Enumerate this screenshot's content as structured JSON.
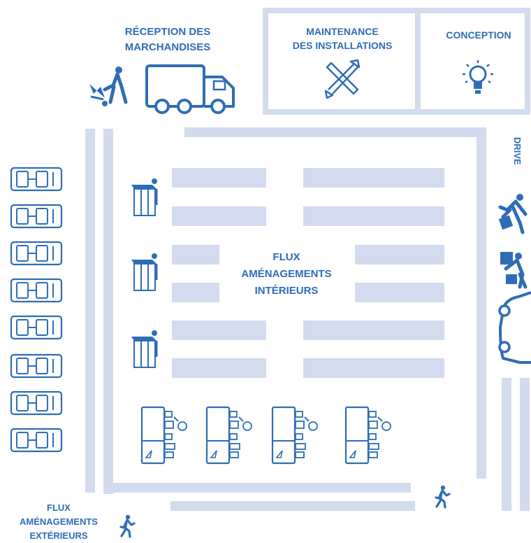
{
  "colors": {
    "blue": "#2e6db6",
    "light": "#d3dbee",
    "border": "#d3dbee",
    "background": "#ffffff"
  },
  "reception": {
    "line1": "RÉCEPTION DES",
    "line2": "MARCHANDISES",
    "icons": [
      "hand-truck-worker-icon",
      "delivery-truck-icon"
    ]
  },
  "maintenance": {
    "line1": "MAINTENANCE",
    "line2": "DES INSTALLATIONS",
    "icon": "wrench-screwdriver-icon"
  },
  "conception": {
    "label": "CONCEPTION",
    "icon": "light-bulb-icon"
  },
  "drive": {
    "label": "DRIVE",
    "icons": [
      "worker-carrying-box-icon",
      "worker-loading-box-icon",
      "car-side-icon"
    ]
  },
  "interior": {
    "line1": "FLUX",
    "line2": "AMÉNAGEMENTS",
    "line3": "INTÉRIEURS",
    "icons": [
      "shelf-cart-icon",
      "checkout-counter-icon"
    ]
  },
  "exterior": {
    "line1": "FLUX",
    "line2": "AMÉNAGEMENTS",
    "line3": "EXTÉRIEURS",
    "icon": "walking-person-icon"
  },
  "parking": {
    "icon": "parked-car-icon",
    "count": 8
  }
}
